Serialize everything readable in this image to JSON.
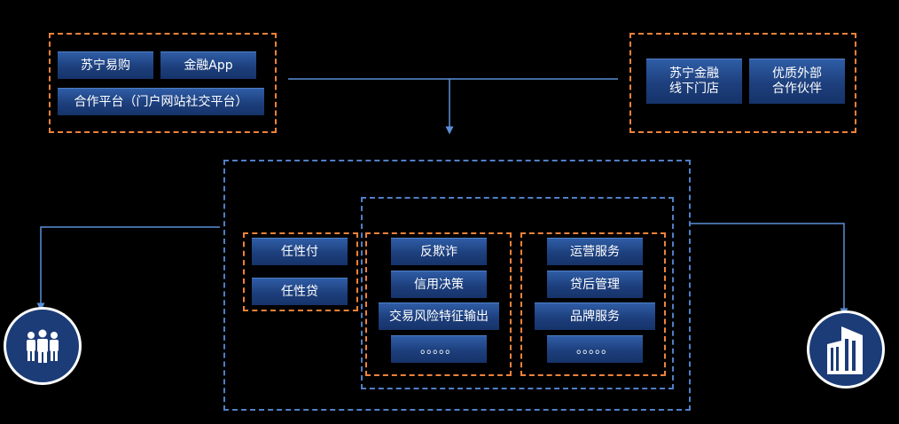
{
  "channels": {
    "online": [
      "苏宁易购",
      "金融App"
    ],
    "partner_platform": "合作平台（门户网站社交平台）",
    "offline": [
      "苏宁金融\n线下门店",
      "优质外部\n合作伙伴"
    ]
  },
  "products": [
    "任性付",
    "任性贷"
  ],
  "risk_control": [
    "反欺诈",
    "信用决策",
    "交易风险特征输出",
    "。。。。。"
  ],
  "services": [
    "运营服务",
    "贷后管理",
    "品牌服务",
    "。。。。。"
  ],
  "icons": {
    "users": "users-icon",
    "enterprise": "building-icon"
  },
  "colors": {
    "background": "#000000",
    "box": "#1f4482",
    "orange_dash": "#f0823a",
    "blue_dash": "#4f7fc6",
    "connector": "#5b8fd8"
  }
}
